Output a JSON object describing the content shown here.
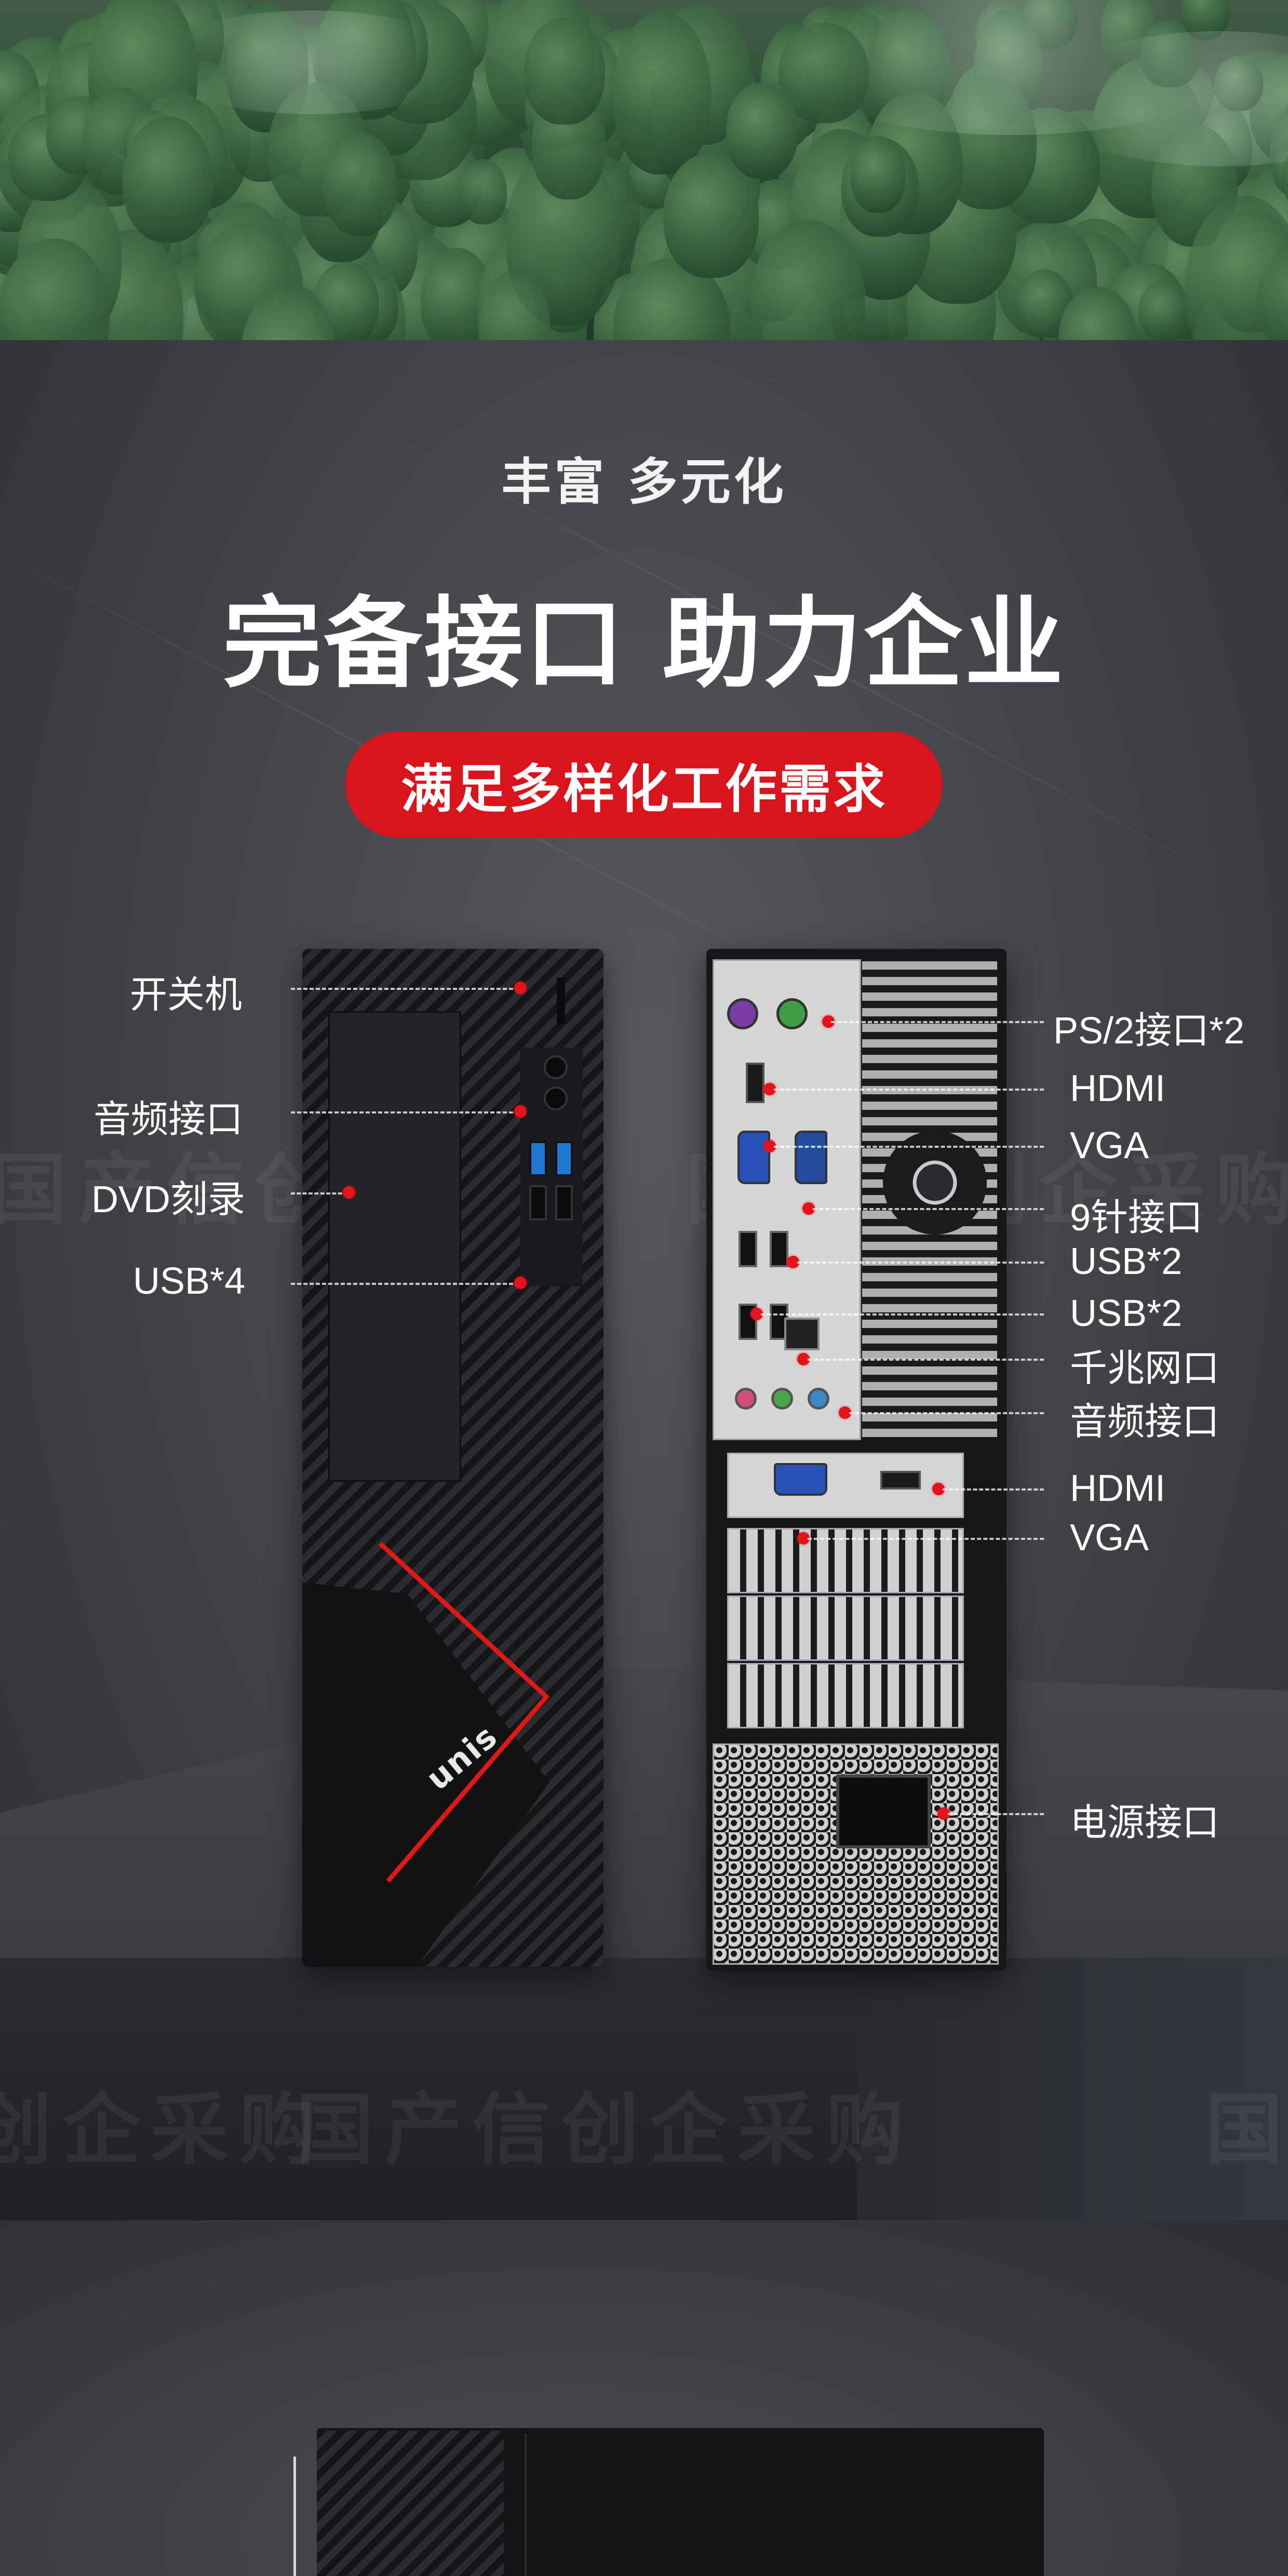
{
  "section_subtitle": "丰富 多元化",
  "section_title": "完备接口 助力企业",
  "badge_text": "满足多样化工作需求",
  "watermark": "国产信创企采购",
  "brand_logo": "unis",
  "colors": {
    "accent_red": "#d9141d",
    "background": "#46484c",
    "text": "#ffffff"
  },
  "front_callouts": [
    {
      "label": "开关机"
    },
    {
      "label": "音频接口"
    },
    {
      "label": "DVD刻录"
    },
    {
      "label": "USB*4"
    }
  ],
  "rear_callouts": [
    {
      "label": "PS/2接口*2"
    },
    {
      "label": "HDMI"
    },
    {
      "label": "VGA"
    },
    {
      "label": "9针接口"
    },
    {
      "label": "USB*2"
    },
    {
      "label": "USB*2"
    },
    {
      "label": "千兆网口"
    },
    {
      "label": "音频接口"
    },
    {
      "label": "HDMI"
    },
    {
      "label": "VGA"
    },
    {
      "label": "电源接口"
    }
  ]
}
